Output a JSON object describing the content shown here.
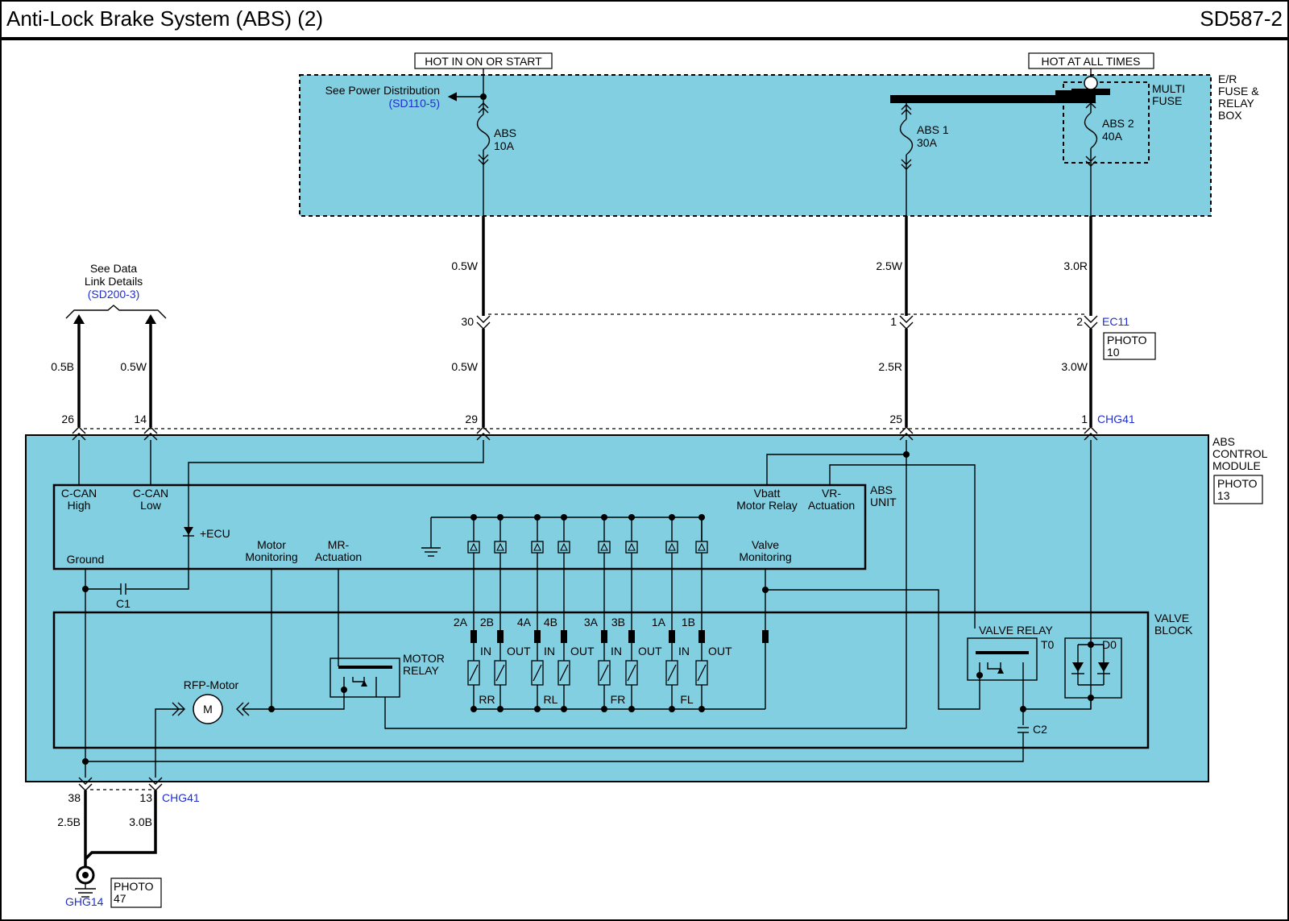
{
  "header": {
    "title": "Anti-Lock Brake System (ABS) (2)",
    "code": "SD587-2"
  },
  "colors": {
    "panel": "#82cfe2",
    "link": "#1f2fd0",
    "wire": "#000000"
  },
  "power": {
    "hot_run": "HOT IN ON OR START",
    "hot_all": "HOT AT ALL TIMES",
    "see_power": "See Power Distribution",
    "see_power_ref": "(SD110-5)",
    "er_box": [
      "E/R",
      "FUSE &",
      "RELAY",
      "BOX"
    ],
    "multi_fuse": [
      "MULTI",
      "FUSE"
    ],
    "fuses": [
      {
        "name": "ABS",
        "amp": "10A"
      },
      {
        "name": "ABS 1",
        "amp": "30A"
      },
      {
        "name": "ABS 2",
        "amp": "40A"
      }
    ]
  },
  "datalink": {
    "lines": [
      "See Data",
      "Link Details"
    ],
    "ref": "(SD200-3)"
  },
  "wires": {
    "w1_top": "0.5W",
    "w2_top": "2.5W",
    "w3_top": "3.0R",
    "w1_mid": "0.5W",
    "w2_mid": "2.5R",
    "w3_mid": "3.0W",
    "can_high": "0.5B",
    "can_low": "0.5W",
    "gnd1": "2.5B",
    "gnd2": "3.0B"
  },
  "connectors": {
    "ec11": "EC11",
    "ec11_pins": [
      "30",
      "1",
      "2"
    ],
    "chg41": "CHG41",
    "chg41_pins": [
      "26",
      "14",
      "29",
      "25",
      "1"
    ],
    "bottom_pins": [
      "38",
      "13"
    ],
    "bottom_ref": "CHG41",
    "ground": "GHG14"
  },
  "photos": [
    {
      "label": "PHOTO",
      "num": "10"
    },
    {
      "label": "PHOTO",
      "num": "13"
    },
    {
      "label": "PHOTO",
      "num": "47"
    }
  ],
  "module": {
    "name": [
      "ABS",
      "CONTROL",
      "MODULE"
    ],
    "unit": [
      "ABS",
      "UNIT"
    ],
    "valve_block": [
      "VALVE",
      "BLOCK"
    ],
    "can_high": [
      "C-CAN",
      "High"
    ],
    "can_low": [
      "C-CAN",
      "Low"
    ],
    "ecu": "+ECU",
    "ground": "Ground",
    "motor_mon": [
      "Motor",
      "Monitoring"
    ],
    "mr_act": [
      "MR-",
      "Actuation"
    ],
    "vbatt": [
      "Vbatt",
      "Motor Relay"
    ],
    "vr_act": [
      "VR-",
      "Actuation"
    ],
    "valve_mon": [
      "Valve",
      "Monitoring"
    ],
    "c1": "C1",
    "c2": "C2",
    "motor": "RFP-Motor",
    "motor_symbol": "M",
    "motor_relay": [
      "MOTOR",
      "RELAY"
    ],
    "valve_relay": "VALVE RELAY",
    "t0": "T0",
    "d0": "D0",
    "solenoid_pins": [
      "2A",
      "2B",
      "4A",
      "4B",
      "3A",
      "3B",
      "1A",
      "1B"
    ],
    "io": [
      "IN",
      "OUT"
    ],
    "wheels": [
      "RR",
      "RL",
      "FR",
      "FL"
    ]
  }
}
